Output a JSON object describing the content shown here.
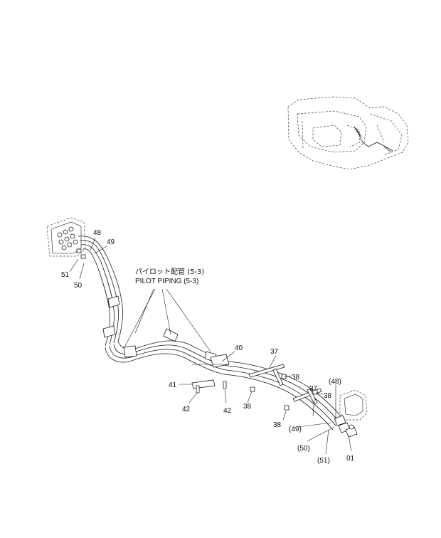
{
  "diagram": {
    "note": {
      "line1": "パイロット配管 (5-3)",
      "line2": "PILOT  PIPING (5-3)"
    },
    "callouts": {
      "c48": "48",
      "c49": "49",
      "c51": "51",
      "c50": "50",
      "c40": "40",
      "c37a": "37",
      "c37b": "37",
      "c38a": "38",
      "c38b": "38",
      "c38c": "38",
      "c38d": "38",
      "c41": "41",
      "c42a": "42",
      "c42b": "42",
      "c48p": "(48)",
      "c49p": "(49)",
      "c50p": "(50)",
      "c51p": "(51)",
      "c01": "01"
    }
  }
}
